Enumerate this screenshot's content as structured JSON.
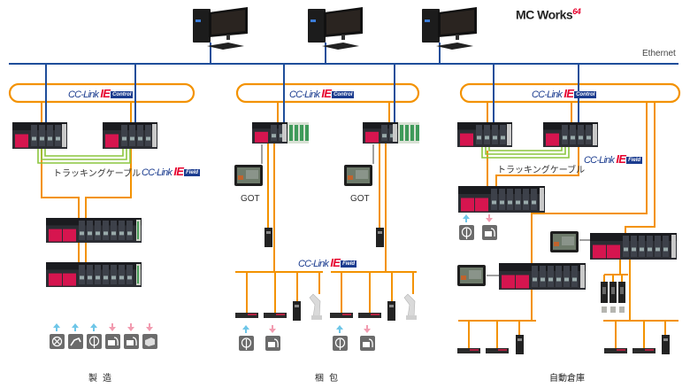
{
  "header": {
    "software_brand": "MC Works",
    "software_suffix": "64",
    "network_label": "Ethernet"
  },
  "networks": {
    "control_name_prefix": "CC-Link",
    "control_name_ie": "IE",
    "control_kind": "Control",
    "field_name_prefix": "CC-Link",
    "field_name_ie": "IE",
    "field_kind": "Field"
  },
  "colors": {
    "ethernet_line": "#1f4e9a",
    "cclink_line": "#f39200",
    "tracking_cable": "#8cc63f",
    "arrow_input": "#6ec6e8",
    "arrow_output": "#f29cb0",
    "plc_red": "#d6154f"
  },
  "areas": [
    {
      "name": "製造",
      "tracking_cable_label": "トラッキングケーブル",
      "io_icons": [
        {
          "icon": "valve-icon",
          "direction": "input"
        },
        {
          "icon": "robot-arm-icon",
          "direction": "input"
        },
        {
          "icon": "gauge-icon",
          "direction": "input"
        },
        {
          "icon": "machine-tool-icon",
          "direction": "output"
        },
        {
          "icon": "machine-tool-icon",
          "direction": "output"
        },
        {
          "icon": "conveyor-icon",
          "direction": "output"
        }
      ]
    },
    {
      "name": "梱包",
      "hmi_labels": [
        "GOT",
        "GOT"
      ],
      "io_icons": [
        {
          "icon": "gauge-icon",
          "direction": "input"
        },
        {
          "icon": "machine-tool-icon",
          "direction": "output"
        },
        {
          "icon": "gauge-icon",
          "direction": "input"
        },
        {
          "icon": "machine-tool-icon",
          "direction": "output"
        }
      ]
    },
    {
      "name": "自動倉庫",
      "tracking_cable_label": "トラッキングケーブル",
      "io_icons": [
        {
          "icon": "gauge-icon",
          "direction": "input"
        },
        {
          "icon": "machine-tool-icon",
          "direction": "output"
        }
      ]
    }
  ]
}
